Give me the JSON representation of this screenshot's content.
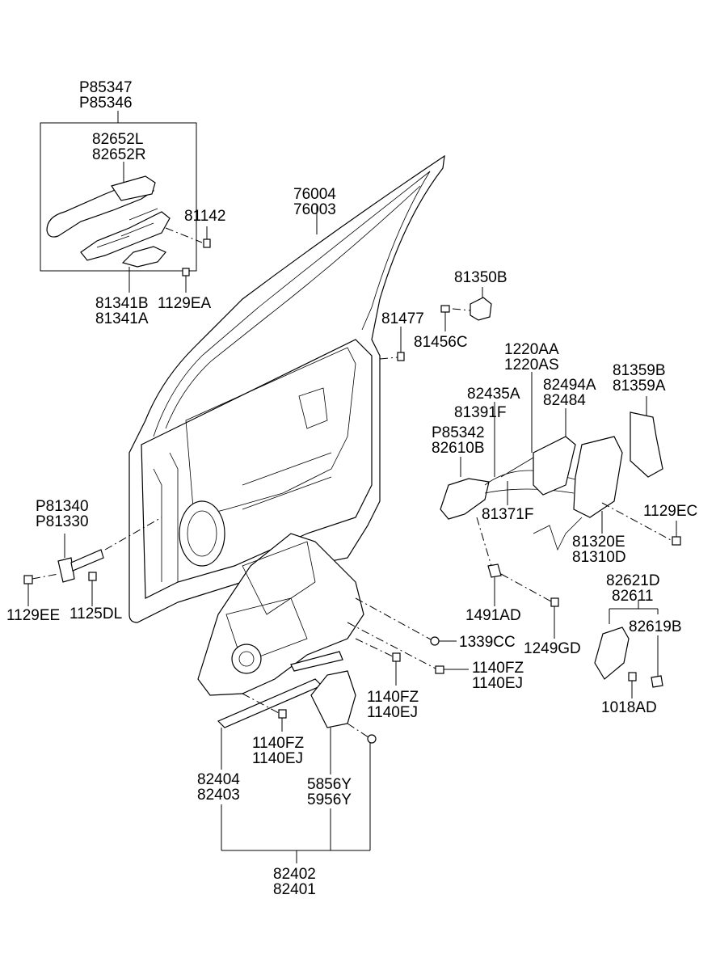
{
  "labels": {
    "outside_handle_assy": [
      "P85347",
      "P85346"
    ],
    "outside_handle": [
      "82652L",
      "82652R"
    ],
    "screw_81142": [
      "81142"
    ],
    "handle_base": [
      "81341B",
      "81341A"
    ],
    "screw_1129EA": [
      "1129EA"
    ],
    "door_panel": [
      "76004",
      "76003"
    ],
    "striker": [
      "81350B"
    ],
    "striker_screw": [
      "81456C"
    ],
    "screw_81477": [
      "81477"
    ],
    "rod_clips": [
      "1220AA",
      "1220AS"
    ],
    "lock_actuator": [
      "82494A",
      "82484"
    ],
    "lock_cover": [
      "81359B",
      "81359A"
    ],
    "rod_82435A": [
      "82435A"
    ],
    "rod_81391F": [
      "81391F"
    ],
    "inside_handle_assy": [
      "P85342",
      "82610B"
    ],
    "cable_81371F": [
      "81371F"
    ],
    "screw_1129EC": [
      "1129EC"
    ],
    "door_latch": [
      "81320E",
      "81310D"
    ],
    "checker_assy": [
      "P81340",
      "P81330"
    ],
    "screw_1129EE": [
      "1129EE"
    ],
    "screw_1125DL": [
      "1125DL"
    ],
    "clip_1491AD": [
      "1491AD"
    ],
    "screw_1249GD": [
      "1249GD"
    ],
    "nut_1339CC": [
      "1339CC"
    ],
    "bolt_right": [
      "1140FZ",
      "1140EJ"
    ],
    "bolt_center": [
      "1140FZ",
      "1140EJ"
    ],
    "bolt_lower": [
      "1140FZ",
      "1140EJ"
    ],
    "inside_handle": [
      "82621D",
      "82611"
    ],
    "inside_handle_cover": [
      "82619B"
    ],
    "screw_1018AD": [
      "1018AD"
    ],
    "regulator_rail": [
      "82404",
      "82403"
    ],
    "window_motor": [
      "5856Y",
      "5956Y"
    ],
    "regulator_assy": [
      "82402",
      "82401"
    ]
  }
}
